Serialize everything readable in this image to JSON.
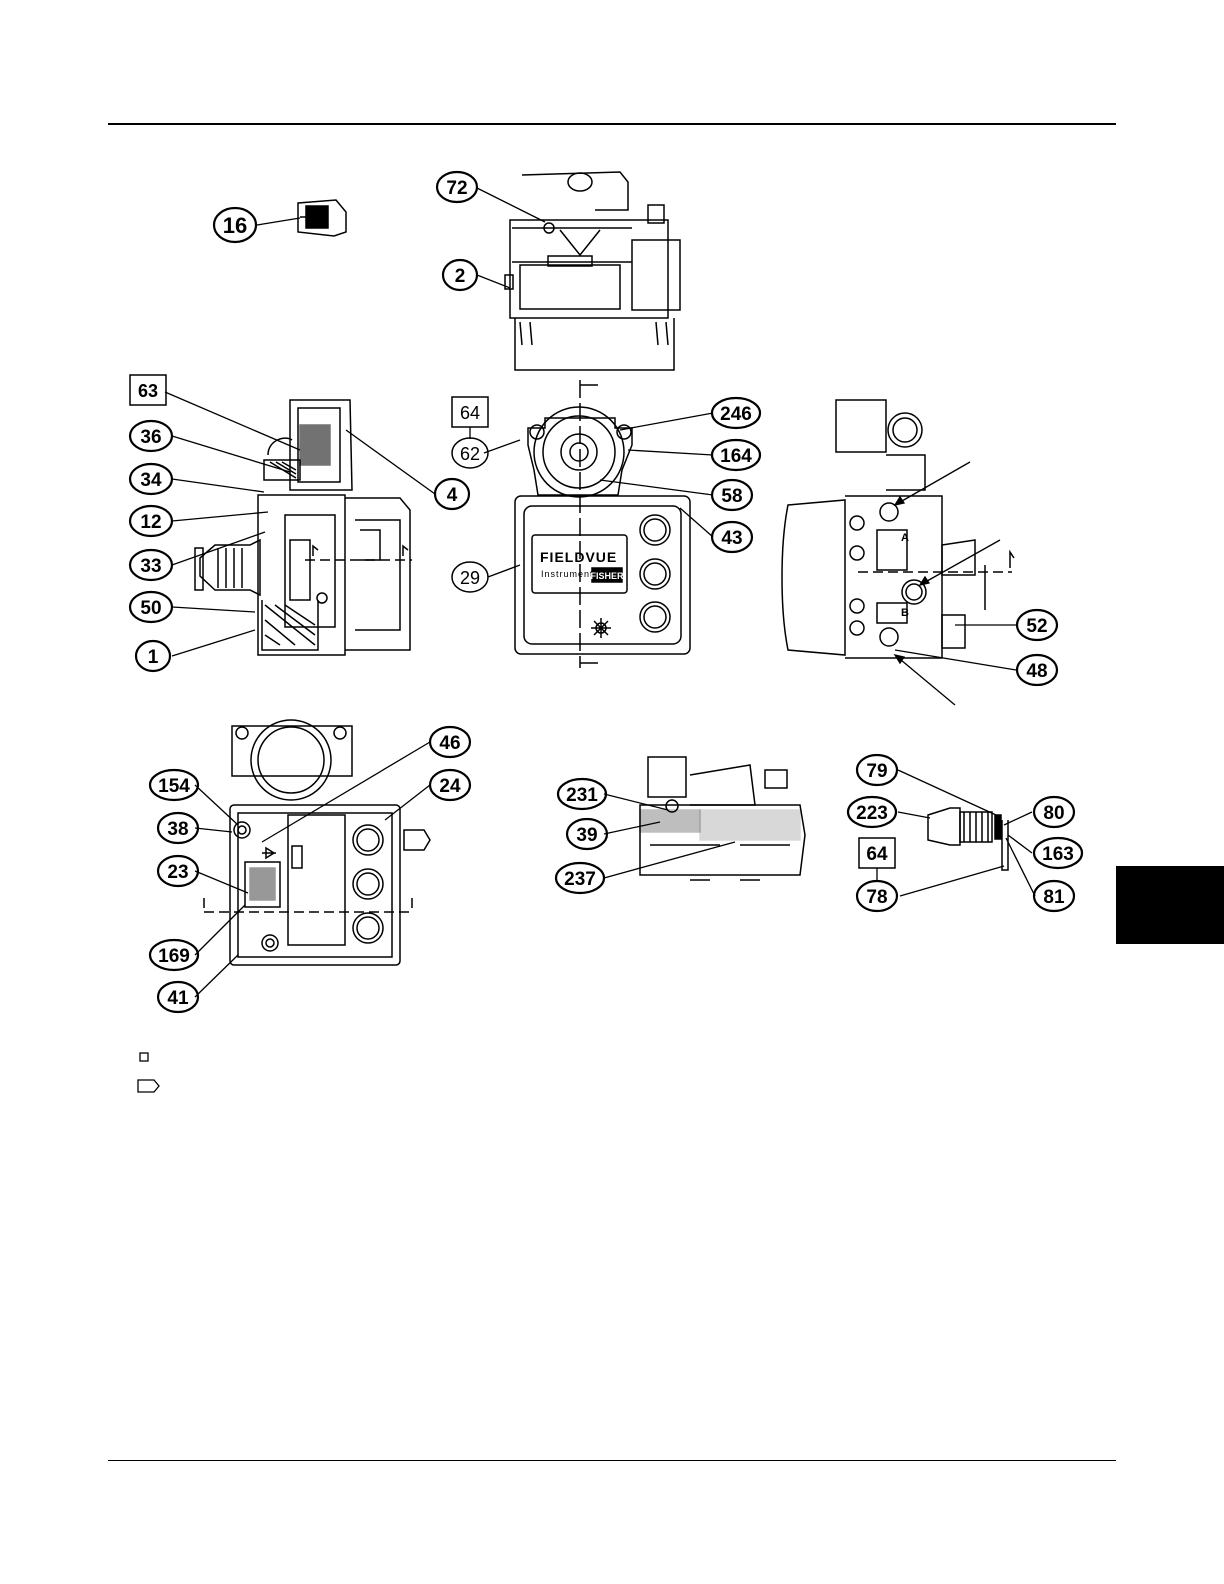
{
  "callouts": {
    "c16": "16",
    "c72": "72",
    "c2": "2",
    "c63": "63",
    "c36": "36",
    "c34": "34",
    "c12": "12",
    "c33": "33",
    "c50": "50",
    "c1": "1",
    "c4": "4",
    "c64a": "64",
    "c62": "62",
    "c246": "246",
    "c164": "164",
    "c58": "58",
    "c43": "43",
    "c29": "29",
    "c52": "52",
    "c48": "48",
    "c46": "46",
    "c154": "154",
    "c24": "24",
    "c38": "38",
    "c23": "23",
    "c169": "169",
    "c41": "41",
    "c231": "231",
    "c39": "39",
    "c237": "237",
    "c79": "79",
    "c223": "223",
    "c80": "80",
    "c64b": "64",
    "c163": "163",
    "c78": "78",
    "c81": "81"
  },
  "device_labels": {
    "brand_line1": "FIELDVUE",
    "brand_line2": "Instruments",
    "maker": "FISHER",
    "port_a": "A",
    "port_b": "B"
  }
}
